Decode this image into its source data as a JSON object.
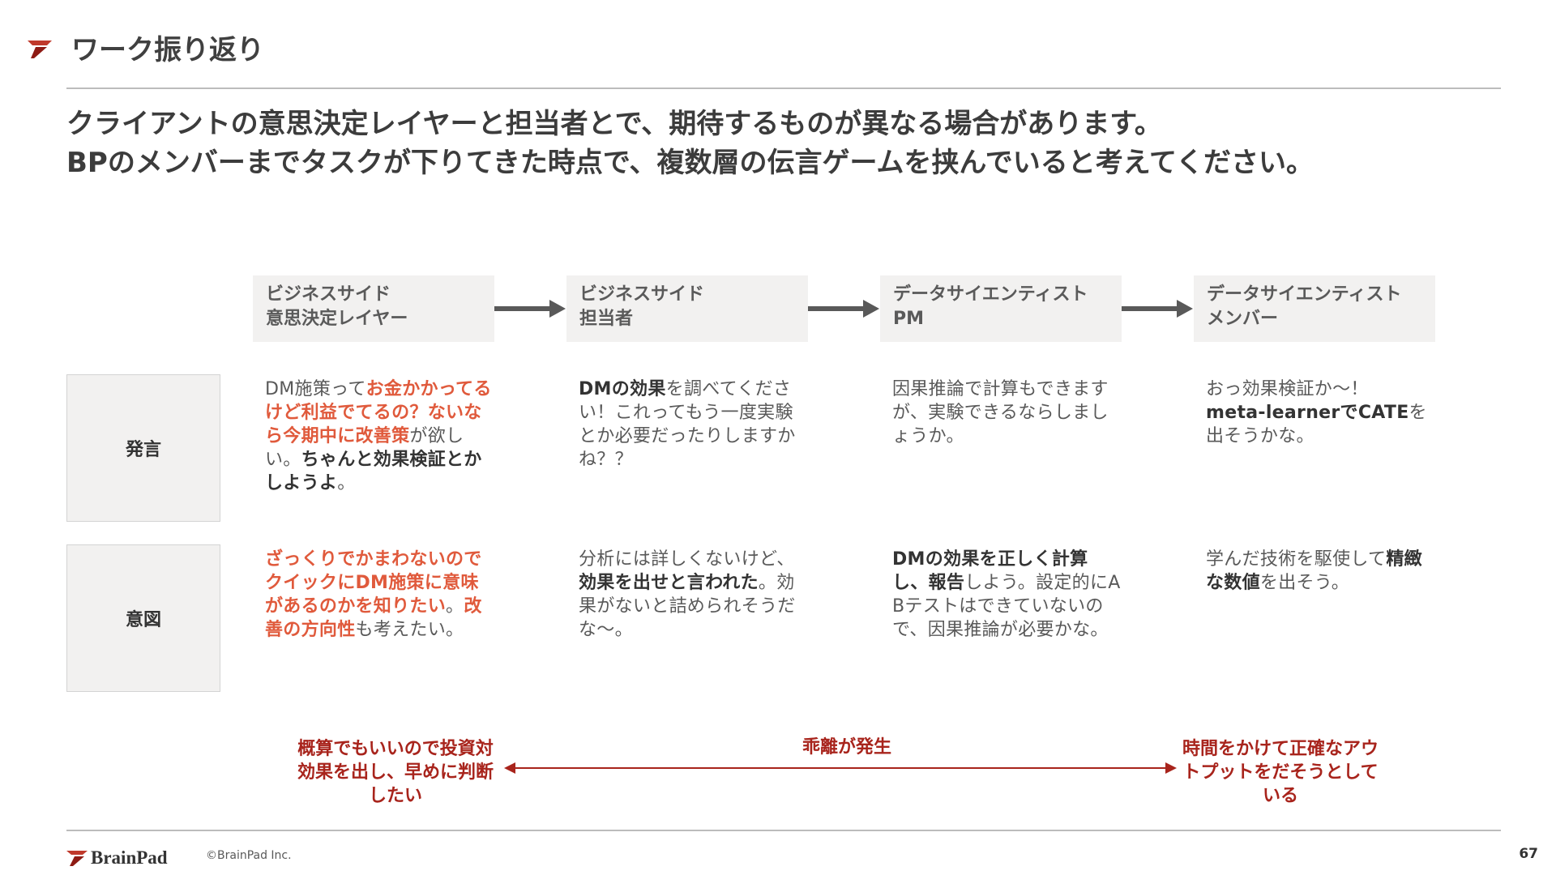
{
  "header": {
    "title": "ワーク振り返り"
  },
  "lead": {
    "line1": "クライアントの意思決定レイヤーと担当者とで、期待するものが異なる場合があります。",
    "line2": "BPのメンバーまでタスクが下りてきた時点で、複数層の伝言ゲームを挟んでいると考えてください。"
  },
  "columns": [
    {
      "line1": "ビジネスサイド",
      "line2": "意思決定レイヤー"
    },
    {
      "line1": "ビジネスサイド",
      "line2": "担当者"
    },
    {
      "line1": "データサイエンティスト",
      "line2": "PM"
    },
    {
      "line1": "データサイエンティスト",
      "line2": "メンバー"
    }
  ],
  "rows": {
    "statement_label": "発言",
    "intent_label": "意図"
  },
  "statement": {
    "c1": {
      "p1": "DM施策って",
      "p2": "お金かかってるけど利益でてるの？ないなら今期中に改善策",
      "p3": "が欲しい。",
      "p4": "ちゃんと効果検証とかしようよ",
      "p5": "。"
    },
    "c2": {
      "p1": "DMの効果",
      "p2": "を調べてください！これってもう一度実験とか必要だったりしますかね？？"
    },
    "c3": {
      "p1": "因果推論で計算もできますが、実験できるならしましょうか。"
    },
    "c4": {
      "p1": "おっ効果検証か〜！",
      "p2": "meta-learnerでCATE",
      "p3": "を出そうかな。"
    }
  },
  "intent": {
    "c1": {
      "p1": "ざっくりでかまわないのでクイックにDM施策に意味があるのかを知りたい",
      "p2": "。",
      "p3": "改善の方向性",
      "p4": "も考えたい。"
    },
    "c2": {
      "p1": "分析には詳しくないけど、",
      "p2": "効果を出せと言われた",
      "p3": "。効果がないと詰められそうだな〜。"
    },
    "c3": {
      "p1": "DMの効果を正しく計算し、報告",
      "p2": "しよう。設定的にABテストはできていないので、因果推論が必要かな。"
    },
    "c4": {
      "p1": "学んだ技術を駆使して",
      "p2": "精緻な数値",
      "p3": "を出そう。"
    }
  },
  "gap": {
    "left": "概算でもいいので投資対効果を出し、早めに判断したい",
    "label": "乖離が発生",
    "right": "時間をかけて正確なアウトプットをだそうとしている"
  },
  "footer": {
    "brand": "BrainPad",
    "copyright": "©BrainPad Inc.",
    "page_number": "67"
  },
  "colors": {
    "accent_red": "#a8241c",
    "highlight_orange": "#e05a3c",
    "panel_gray": "#f2f1f0",
    "arrow_gray": "#595959"
  }
}
